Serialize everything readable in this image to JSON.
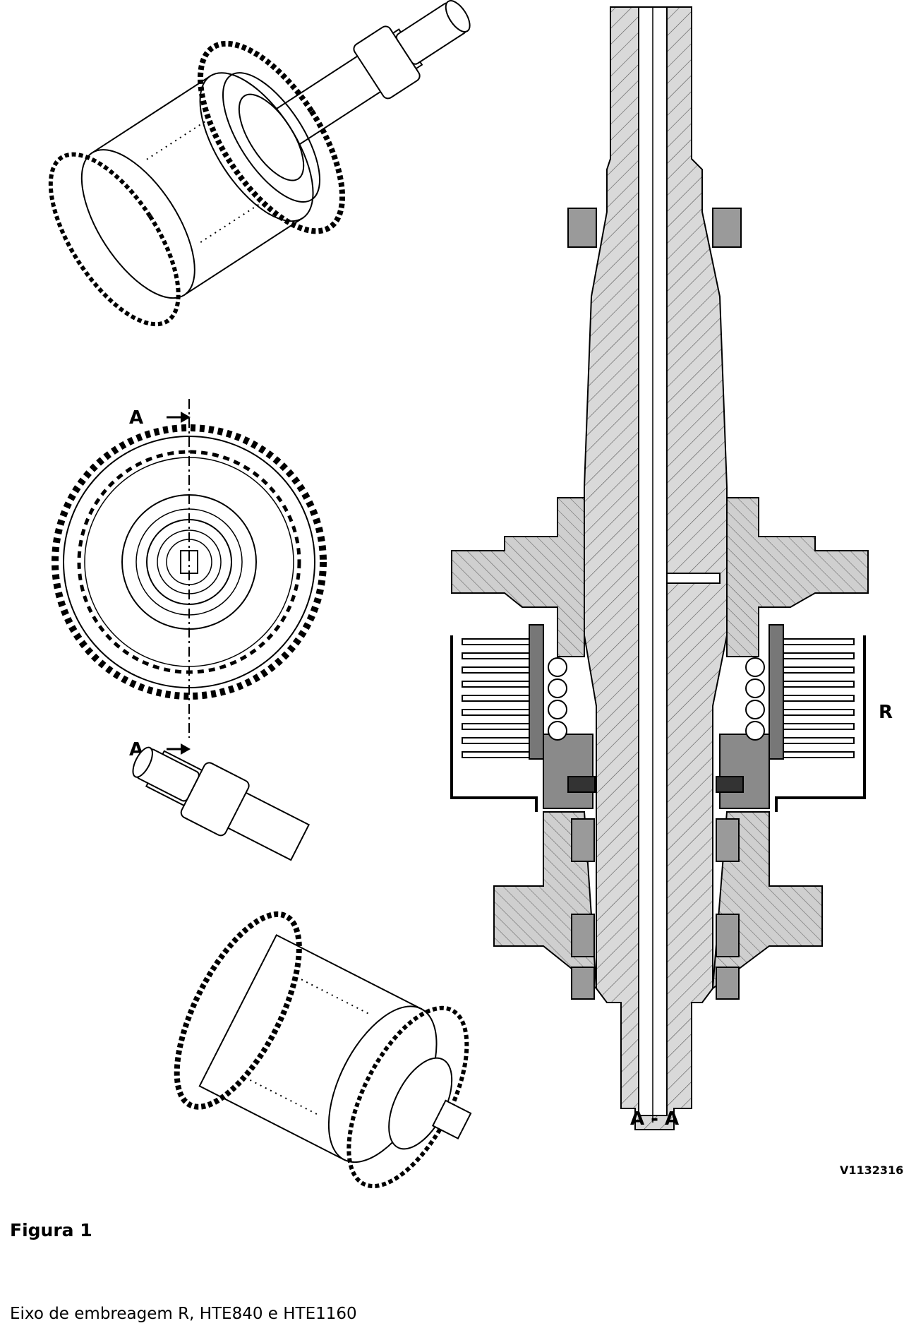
{
  "figure": {
    "section_marker_top": "A",
    "section_marker_bottom": "A",
    "section_title": "A - A",
    "clutch_label": "R",
    "drawing_code": "V1132316"
  },
  "caption": {
    "number": "Figura 1",
    "text": "Eixo de embreagem R, HTE840 e HTE1160"
  }
}
